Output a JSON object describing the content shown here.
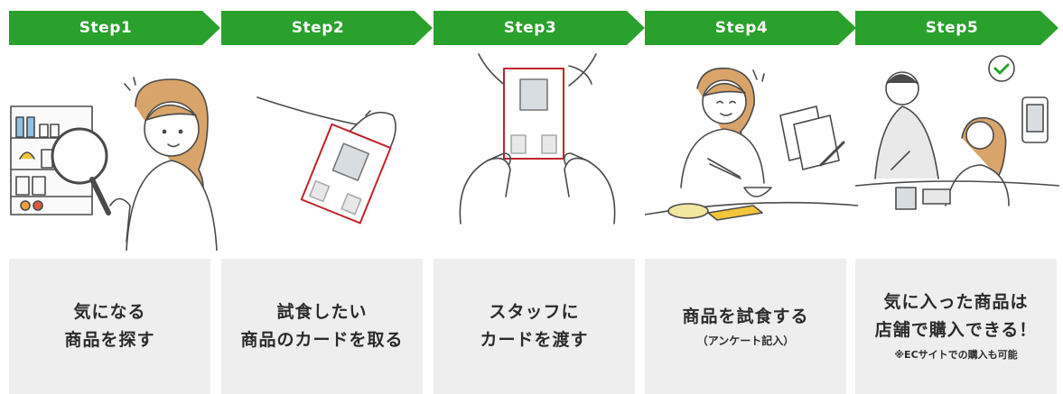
{
  "colors": {
    "banner_green": "#2aa02d",
    "card_bg": "#eeeeee",
    "card_red": "#c0242b",
    "skin": "#d9a46a",
    "line": "#4a4a4a"
  },
  "steps": [
    {
      "label": "Step1",
      "icon": "searching-woman-illustration",
      "text_lines": [
        "気になる",
        "商品を探す"
      ],
      "sub": "",
      "note": ""
    },
    {
      "label": "Step2",
      "icon": "hand-taking-card-illustration",
      "text_lines": [
        "試食したい",
        "商品のカードを取る"
      ],
      "sub": "",
      "note": ""
    },
    {
      "label": "Step3",
      "icon": "hands-passing-card-illustration",
      "text_lines": [
        "スタッフに",
        "カードを渡す"
      ],
      "sub": "",
      "note": ""
    },
    {
      "label": "Step4",
      "icon": "woman-tasting-illustration",
      "text_lines": [
        "商品を試食する"
      ],
      "sub": "（アンケート記入）",
      "note": ""
    },
    {
      "label": "Step5",
      "icon": "purchase-in-store-illustration",
      "text_lines": [
        "気に入った商品は",
        "店舗で購入できる！"
      ],
      "sub": "",
      "note": "※ECサイトでの購入も可能"
    }
  ]
}
